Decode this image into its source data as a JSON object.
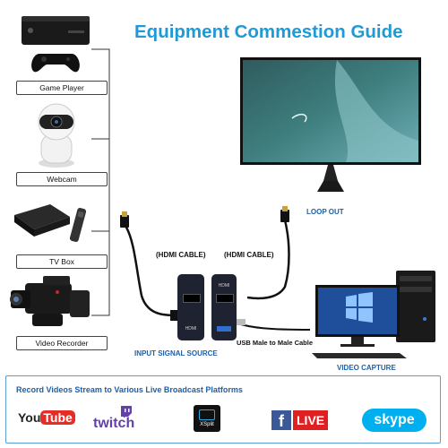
{
  "title": "Equipment Commestion Guide",
  "devices": [
    {
      "label": "Game Player",
      "icon": "game-console-icon"
    },
    {
      "label": "Webcam",
      "icon": "webcam-icon"
    },
    {
      "label": "TV Box",
      "icon": "tv-box-icon"
    },
    {
      "label": "Video Recorder",
      "icon": "video-recorder-icon"
    }
  ],
  "captions": {
    "loop_out": "LOOP OUT",
    "hdmi_cable_1": "(HDMI CABLE)",
    "hdmi_cable_2": "(HDMI CABLE)",
    "usb_cable": "USB Male to Male Cable",
    "input_signal_source": "INPUT SIGNAL SOURCE",
    "video_capture": "VIDEO CAPTURE",
    "device_in_label": "HDMI",
    "device_out_label": "HDMI"
  },
  "platforms": {
    "heading": "Record Videos Stream to Various Live Broadcast Platforms",
    "items": [
      {
        "name": "youtube",
        "text_a": "You",
        "text_b": "Tube"
      },
      {
        "name": "twitch",
        "text_a": "twitch"
      },
      {
        "name": "xsplit",
        "text_a": "XSplit"
      },
      {
        "name": "facebook-live",
        "text_a": "f",
        "text_b": "LIVE"
      },
      {
        "name": "skype",
        "text_a": "skype"
      }
    ]
  },
  "colors": {
    "title_blue": "#1e9bd7",
    "caption_blue": "#1e5fa8",
    "youtube_red": "#e52d27",
    "twitch_purple": "#6441a5",
    "facebook_blue": "#3b5998",
    "live_red": "#e02020",
    "skype_blue": "#00aff0"
  }
}
